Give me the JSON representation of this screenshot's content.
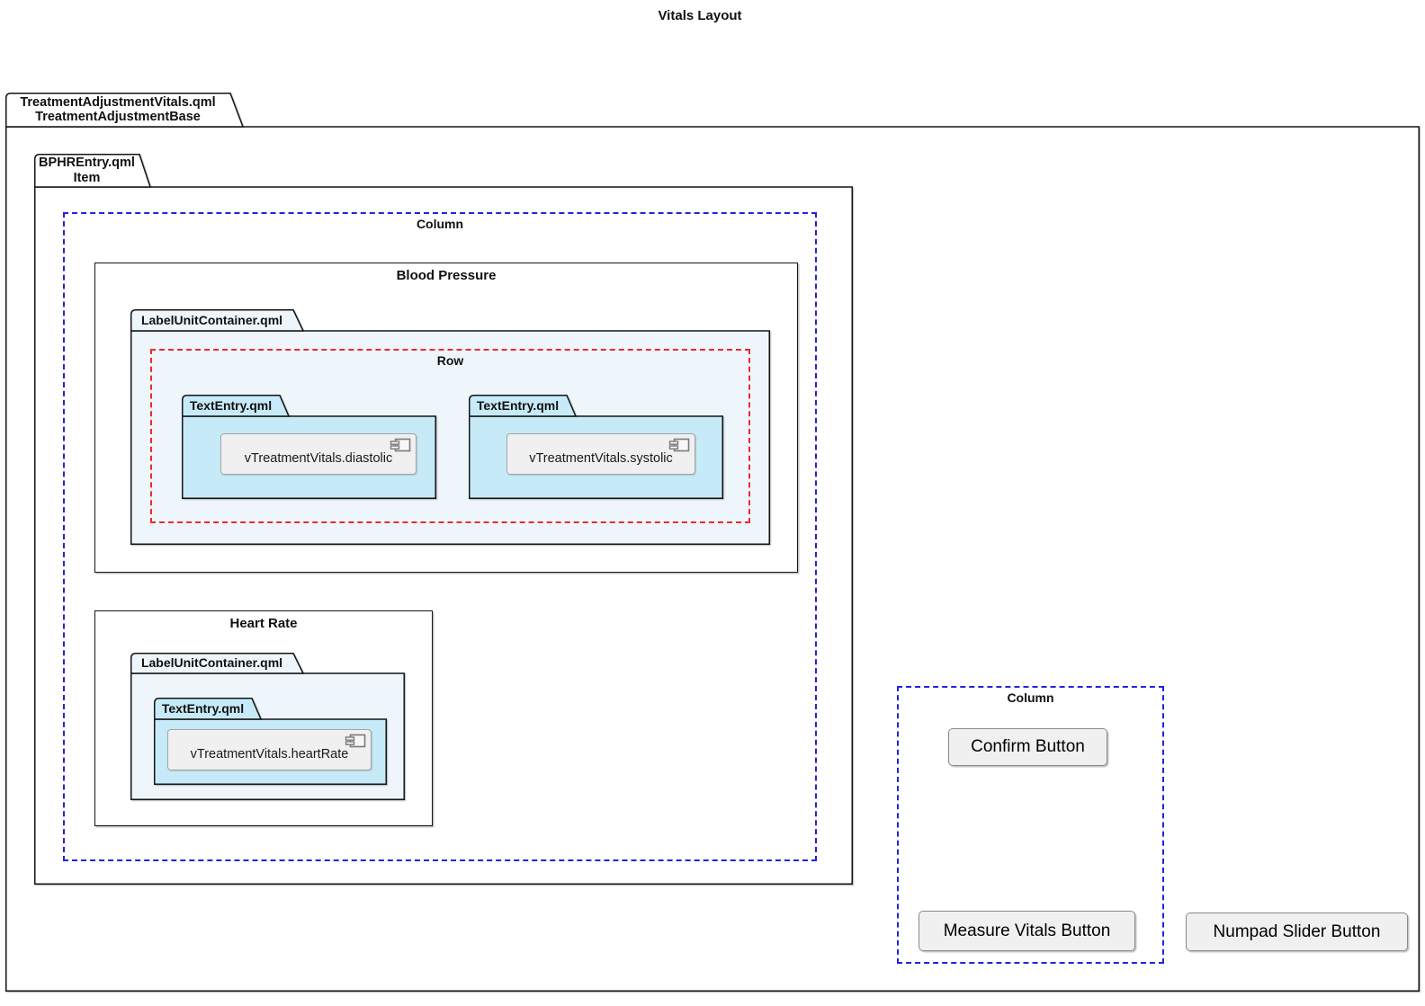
{
  "title": "Vitals Layout",
  "outer": {
    "line1": "TreatmentAdjustmentVitals.qml",
    "line2": "TreatmentAdjustmentBase"
  },
  "item": {
    "line1": "BPHREntry.qml",
    "line2": "Item"
  },
  "layout_column": {
    "label": "Column"
  },
  "blood_pressure": {
    "title": "Blood Pressure",
    "container": {
      "label": "LabelUnitContainer.qml"
    },
    "row": {
      "label": "Row"
    },
    "diastolic": {
      "folder": "TextEntry.qml",
      "component": "vTreatmentVitals.diastolic"
    },
    "systolic": {
      "folder": "TextEntry.qml",
      "component": "vTreatmentVitals.systolic"
    }
  },
  "heart_rate": {
    "title": "Heart Rate",
    "container": {
      "label": "LabelUnitContainer.qml"
    },
    "entry": {
      "folder": "TextEntry.qml",
      "component": "vTreatmentVitals.heartRate"
    }
  },
  "button_column": {
    "label": "Column",
    "confirm": "Confirm Button",
    "measure": "Measure Vitals Button"
  },
  "numpad": "Numpad Slider Button",
  "colors": {
    "frame_blue": "#2323DC",
    "frame_red": "#EE2A2A",
    "folder_cyan": "#C6EAF7",
    "folder_lightblue": "#EEF6FC",
    "node_fill": "#F0F0F0",
    "node_border": "#A4A4A4"
  }
}
